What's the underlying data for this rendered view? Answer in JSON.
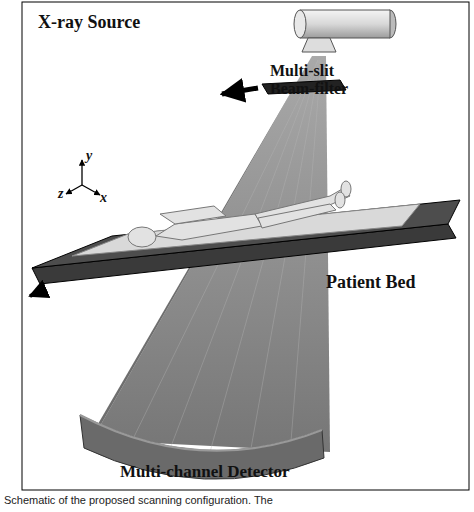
{
  "diagram": {
    "caption": "Schematic of the proposed scanning configuration. The",
    "labels": [
      "X-ray Source",
      "Multi-slit Beam-filter",
      "y",
      "z",
      "x",
      "Patient Bed",
      "Multi-channel Detector"
    ]
  }
}
